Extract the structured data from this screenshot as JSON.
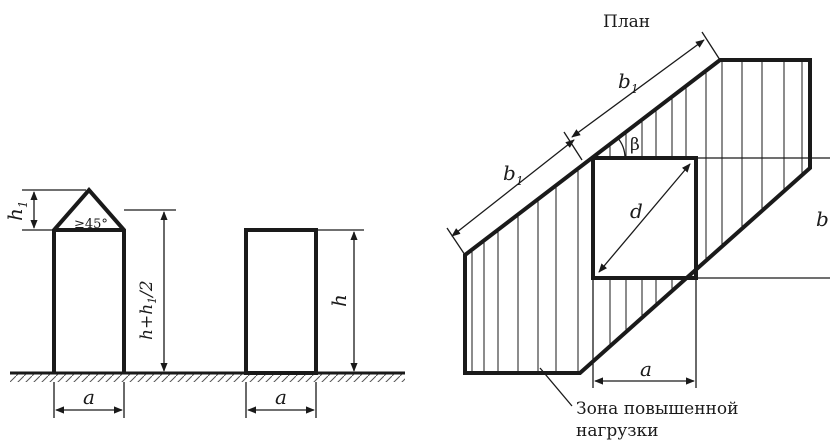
{
  "left": {
    "labels": {
      "h1": "h",
      "h1_sub": "1",
      "angle": "≥45°",
      "h_plus": "h+h",
      "h_plus_sub": "1",
      "h_plus_tail": "/2",
      "a1": "a",
      "h": "h",
      "a2": "a"
    }
  },
  "plan": {
    "title": "План",
    "labels": {
      "b1_top": "b",
      "b1_top_sub": "1",
      "b1_left": "b",
      "b1_left_sub": "1",
      "beta": "β",
      "d": "d",
      "b": "b",
      "a": "a",
      "zone_line1": "Зона повышенной",
      "zone_line2": "нагрузки"
    }
  }
}
